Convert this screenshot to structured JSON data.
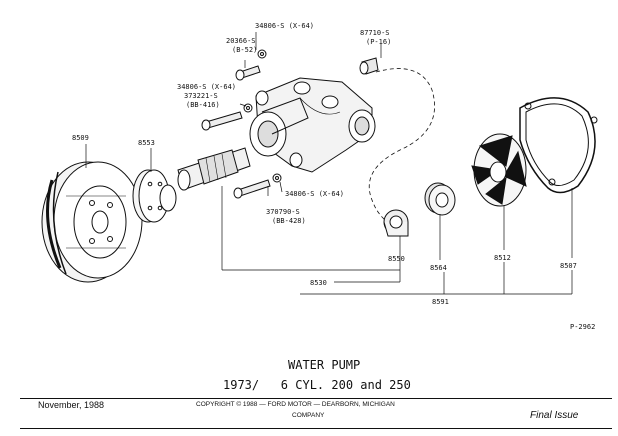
{
  "callouts": {
    "p_8509": "8509",
    "p_8553": "8553",
    "p_34806_top": "34806-S (X-64)",
    "p_20366": "20366-S",
    "p_20366_code": "(B-52)",
    "p_87710": "87710-S",
    "p_87710_code": "(P-16)",
    "p_34806_mid": "34806-S (X-64)",
    "p_373221": "373221-S",
    "p_373221_code": "(BB-416)",
    "p_34806_low": "34806-S (X-64)",
    "p_370790": "370790-S",
    "p_370790_code": "(BB-428)",
    "p_8550": "8550",
    "p_8564": "8564",
    "p_8512": "8512",
    "p_8507": "8507",
    "p_8530": "8530",
    "p_8591": "8591",
    "figure_ref": "P-2962"
  },
  "title": {
    "line1": "WATER PUMP",
    "line2": "1973/   6 CYL. 200 and 250"
  },
  "footer": {
    "date": "November, 1988",
    "copyright": "COPYRIGHT © 1988  —  FORD MOTOR  —  DEARBORN, MICHIGAN",
    "company": "COMPANY",
    "status": "Final Issue"
  }
}
